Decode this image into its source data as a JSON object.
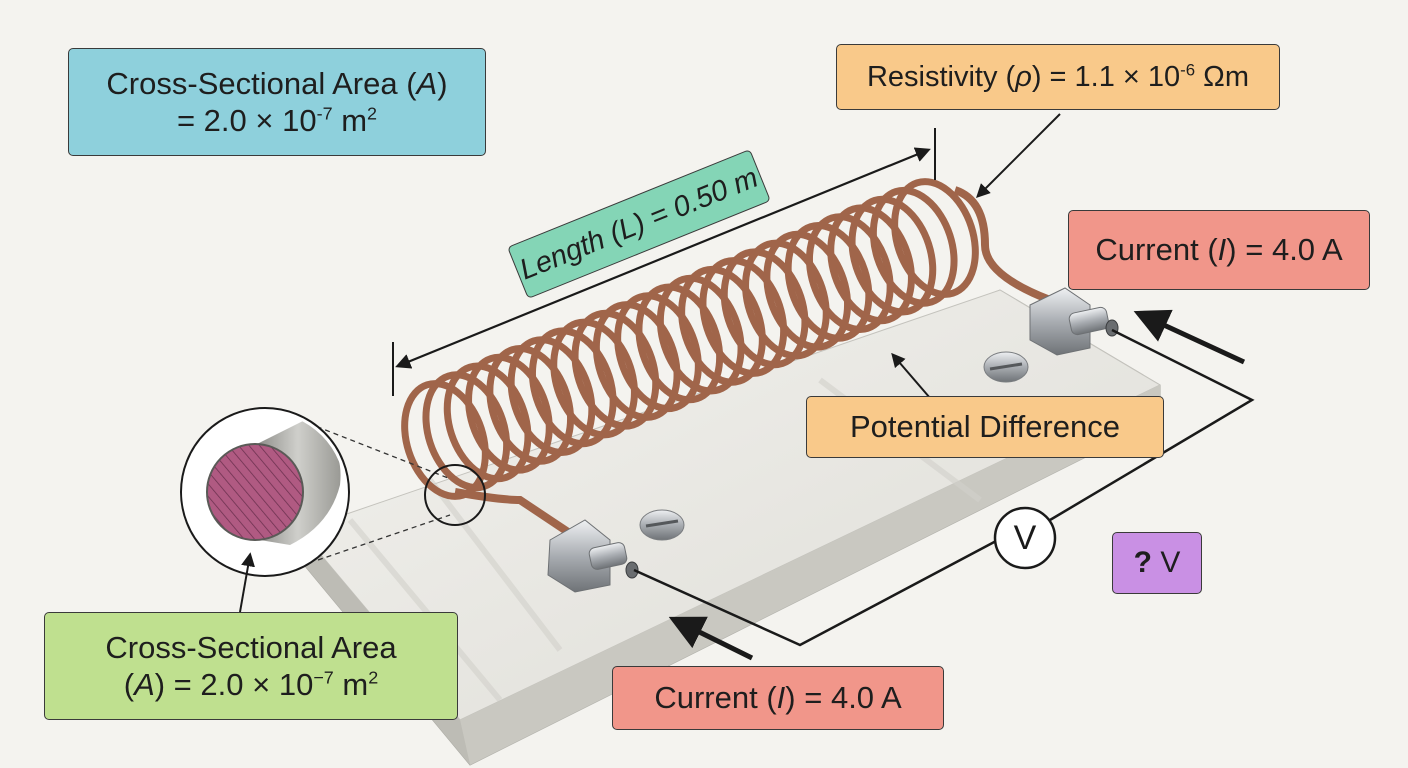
{
  "labels": {
    "area_top": {
      "line1": {
        "text": "Cross-Sectional Area (",
        "sym": "A",
        "tail": ")"
      },
      "line2": {
        "prefix": "= 2.0 × 10",
        "exp": "-7",
        "unit": " m",
        "unit_exp": "2"
      }
    },
    "resistivity": {
      "prefix": "Resistivity (",
      "sym": "ρ",
      "mid": ") = 1.1 × 10",
      "exp": "-6",
      "unit": " Ωm"
    },
    "length": {
      "prefix": "Length (",
      "sym": "L",
      "tail": ") = 0.50 m"
    },
    "current_right": {
      "prefix": "Current (",
      "sym": "I",
      "tail": ") = 4.0 A"
    },
    "potential_difference": "Potential Difference",
    "voltmeter": "V",
    "unknown_voltage": {
      "mark": "?",
      "unit": " V"
    },
    "area_bottom": {
      "line1": "Cross-Sectional Area",
      "line2": {
        "open": "(",
        "sym": "A",
        "mid": ") = 2.0 × 10",
        "exp": "−7",
        "unit": " m",
        "unit_exp": "2"
      }
    },
    "current_bottom": {
      "prefix": "Current (",
      "sym": "I",
      "tail": ") = 4.0 A"
    }
  },
  "colors": {
    "area_top": "#8ed0dc",
    "resistivity": "#f9c98a",
    "length": "#84d5b6",
    "current": "#f1968a",
    "potential_difference": "#f9c98a",
    "unknown_voltage": "#c990e4",
    "area_bottom": "#bfe08f",
    "copper": "#a0654a",
    "cross_section": "#b05a82"
  }
}
